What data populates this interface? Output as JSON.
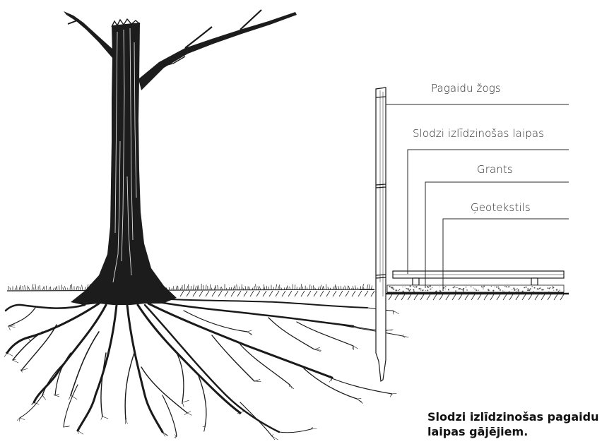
{
  "labels": {
    "fence": "Pagaidu žogs",
    "boardwalk": "Slodzi izlīdzinošas laipas",
    "gravel": "Grants",
    "geotextile": "Ģeotekstils"
  },
  "caption": {
    "line1": "Slodzi izlīdzinošas pagaidu",
    "line2": "laipas gājējiem."
  },
  "colors": {
    "ink": "#1a1a1a",
    "label": "#2a2a2a",
    "background": "#ffffff"
  }
}
